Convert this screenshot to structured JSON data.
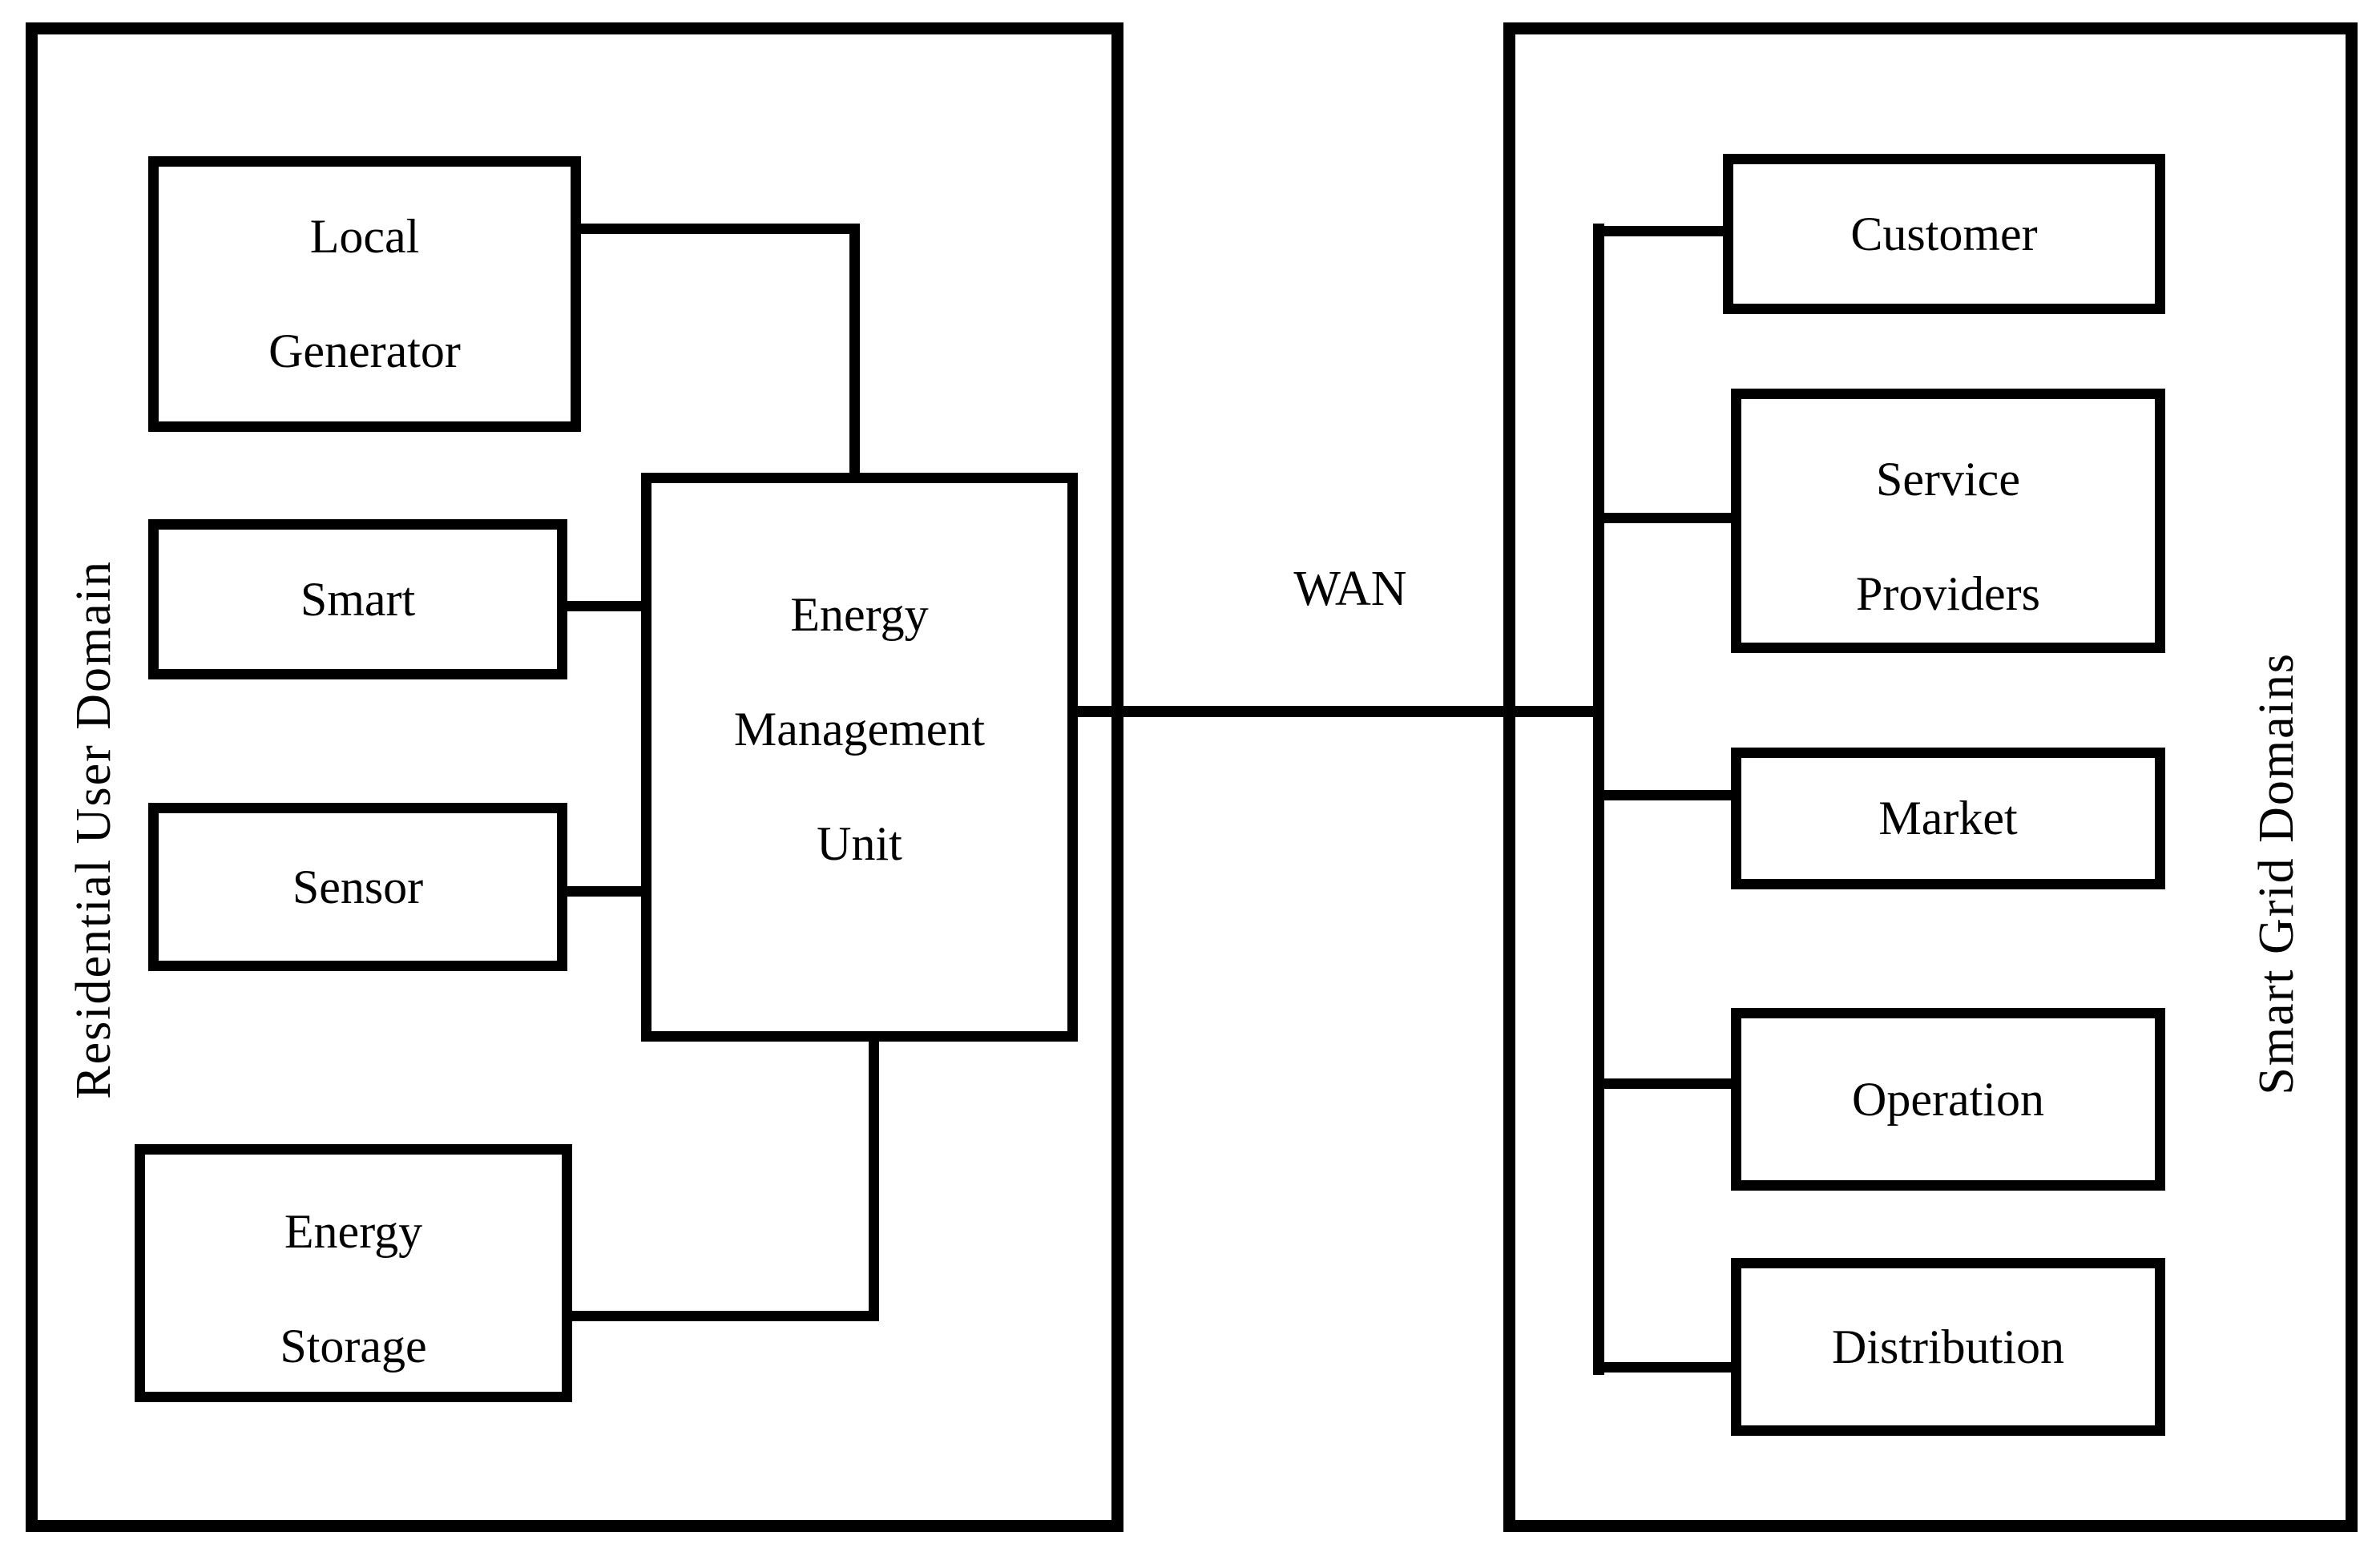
{
  "left_panel": {
    "label": "Residential User Domain",
    "boxes": {
      "local_generator": {
        "line1": "Local",
        "line2": "Generator"
      },
      "smart": {
        "label": "Smart"
      },
      "sensor": {
        "label": "Sensor"
      },
      "energy_management_unit": {
        "line1": "Energy",
        "line2": "Management",
        "line3": "Unit"
      },
      "energy_storage": {
        "line1": "Energy",
        "line2": "Storage"
      }
    }
  },
  "connection": {
    "label": "WAN"
  },
  "right_panel": {
    "label": "Smart Grid Domains",
    "boxes": {
      "customer": {
        "label": "Customer"
      },
      "service_providers": {
        "line1": "Service",
        "line2": "Providers"
      },
      "market": {
        "label": "Market"
      },
      "operation": {
        "label": "Operation"
      },
      "distribution": {
        "label": "Distribution"
      }
    }
  },
  "colors": {
    "ink": "#000000",
    "background": "#ffffff"
  }
}
